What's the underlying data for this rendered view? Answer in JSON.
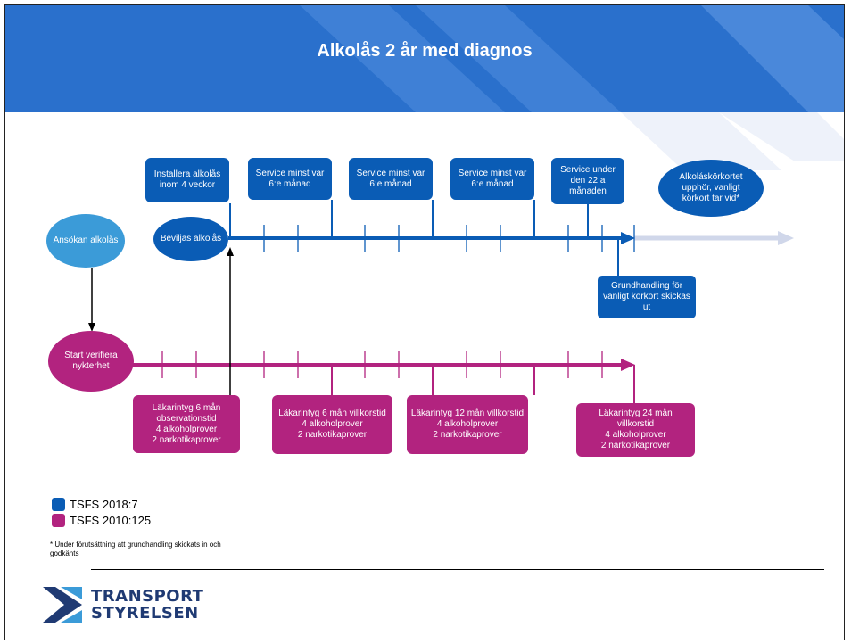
{
  "slide": {
    "title": "Alkolås 2 år med diagnos"
  },
  "colors": {
    "tsfs2018": "#0a5cb5",
    "tsfs2010": "#b2237f",
    "header": "#2a70cc",
    "continuation_arrow": "#d0d7ea"
  },
  "blue_track": {
    "application": "Ansökan alkolås",
    "granted": "Beviljas alkolås",
    "steps": [
      "Installera alkolås inom 4 veckor",
      "Service minst var 6:e månad",
      "Service minst var 6:e månad",
      "Service minst var 6:e månad",
      "Service under den 22:a månaden"
    ],
    "end": "Alkoláskörkortet upphör, vanligt körkort tar vid*",
    "document": "Grundhandling för vanligt körkort skickas ut"
  },
  "pink_track": {
    "start": "Start verifiera nykterhet",
    "certificates": [
      {
        "title": "Läkarintyg 6 mån observationstid",
        "line2": "4 alkoholprover",
        "line3": "2 narkotikaprover"
      },
      {
        "title": "Läkarintyg 6 mån villkorstid",
        "line2": "4 alkoholprover",
        "line3": "2 narkotikaprover"
      },
      {
        "title": "Läkarintyg  12 mån villkorstid",
        "line2": "4 alkoholprover",
        "line3": "2 narkotikaprover"
      },
      {
        "title": "Läkarintyg 24 mån villkorstid",
        "line2": "4 alkoholprover",
        "line3": "2 narkotikaprover"
      }
    ]
  },
  "legend": [
    {
      "label": "TSFS 2018:7",
      "color": "#0a5cb5"
    },
    {
      "label": "TSFS 2010:125",
      "color": "#b2237f"
    }
  ],
  "footnote": "* Under förutsättning att grundhandling skickats in och godkänts",
  "logo": {
    "line1": "TRANSPORT",
    "line2": "STYRELSEN"
  }
}
